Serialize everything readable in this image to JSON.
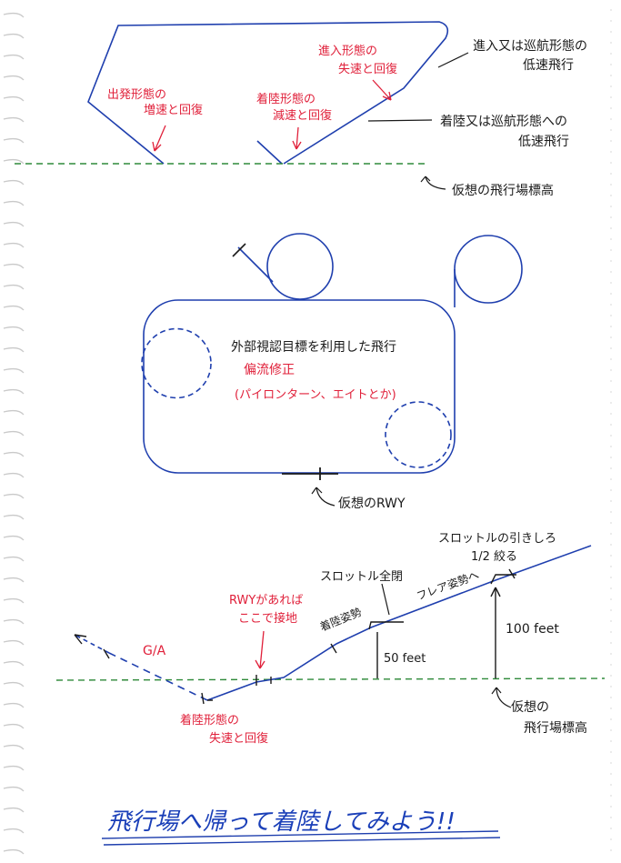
{
  "colors": {
    "ink_blue": "#1f3fae",
    "ink_black": "#1a1a1a",
    "ink_red": "#e0203a",
    "ground_green": "#2f8a3a",
    "binder_gray": "#c9c9c9"
  },
  "section1": {
    "label_red_left_1": "出発形態の",
    "label_red_left_2": "増速と回復",
    "label_red_mid_1": "着陸形態の",
    "label_red_mid_2": "減速と回復",
    "label_red_right_1": "進入形態の",
    "label_red_right_2": "失速と回復",
    "label_top_right_1": "進入又は巡航形態の",
    "label_top_right_2": "低速飛行",
    "label_mid_right_1": "着陸又は巡航形態への",
    "label_mid_right_2": "低速飛行",
    "label_ground": "仮想の飛行場標高"
  },
  "section2": {
    "label_main": "外部視認目標を利用した飛行",
    "label_red_1": "偏流修正",
    "label_red_2": "(パイロンターン、エイトとか)",
    "label_rwy": "仮想のRWY"
  },
  "section3": {
    "label_ga": "G/A",
    "label_rwy_note_1": "RWYがあれば",
    "label_rwy_note_2": "ここで接地",
    "label_stall_1": "着陸形態の",
    "label_stall_2": "失速と回復",
    "label_flare": "着陸姿勢",
    "label_throttle_full": "スロットル全閉",
    "label_50feet": "50 feet",
    "label_flare_2": "フレア姿勢へ",
    "label_throttle_half_1": "スロットルの引きしろ",
    "label_throttle_half_2": "1/2 絞る",
    "label_100feet": "100 feet",
    "label_ground_1": "仮想の",
    "label_ground_2": "飛行場標高"
  },
  "footer": {
    "title": "飛行場へ帰って着陸してみよう!!"
  }
}
